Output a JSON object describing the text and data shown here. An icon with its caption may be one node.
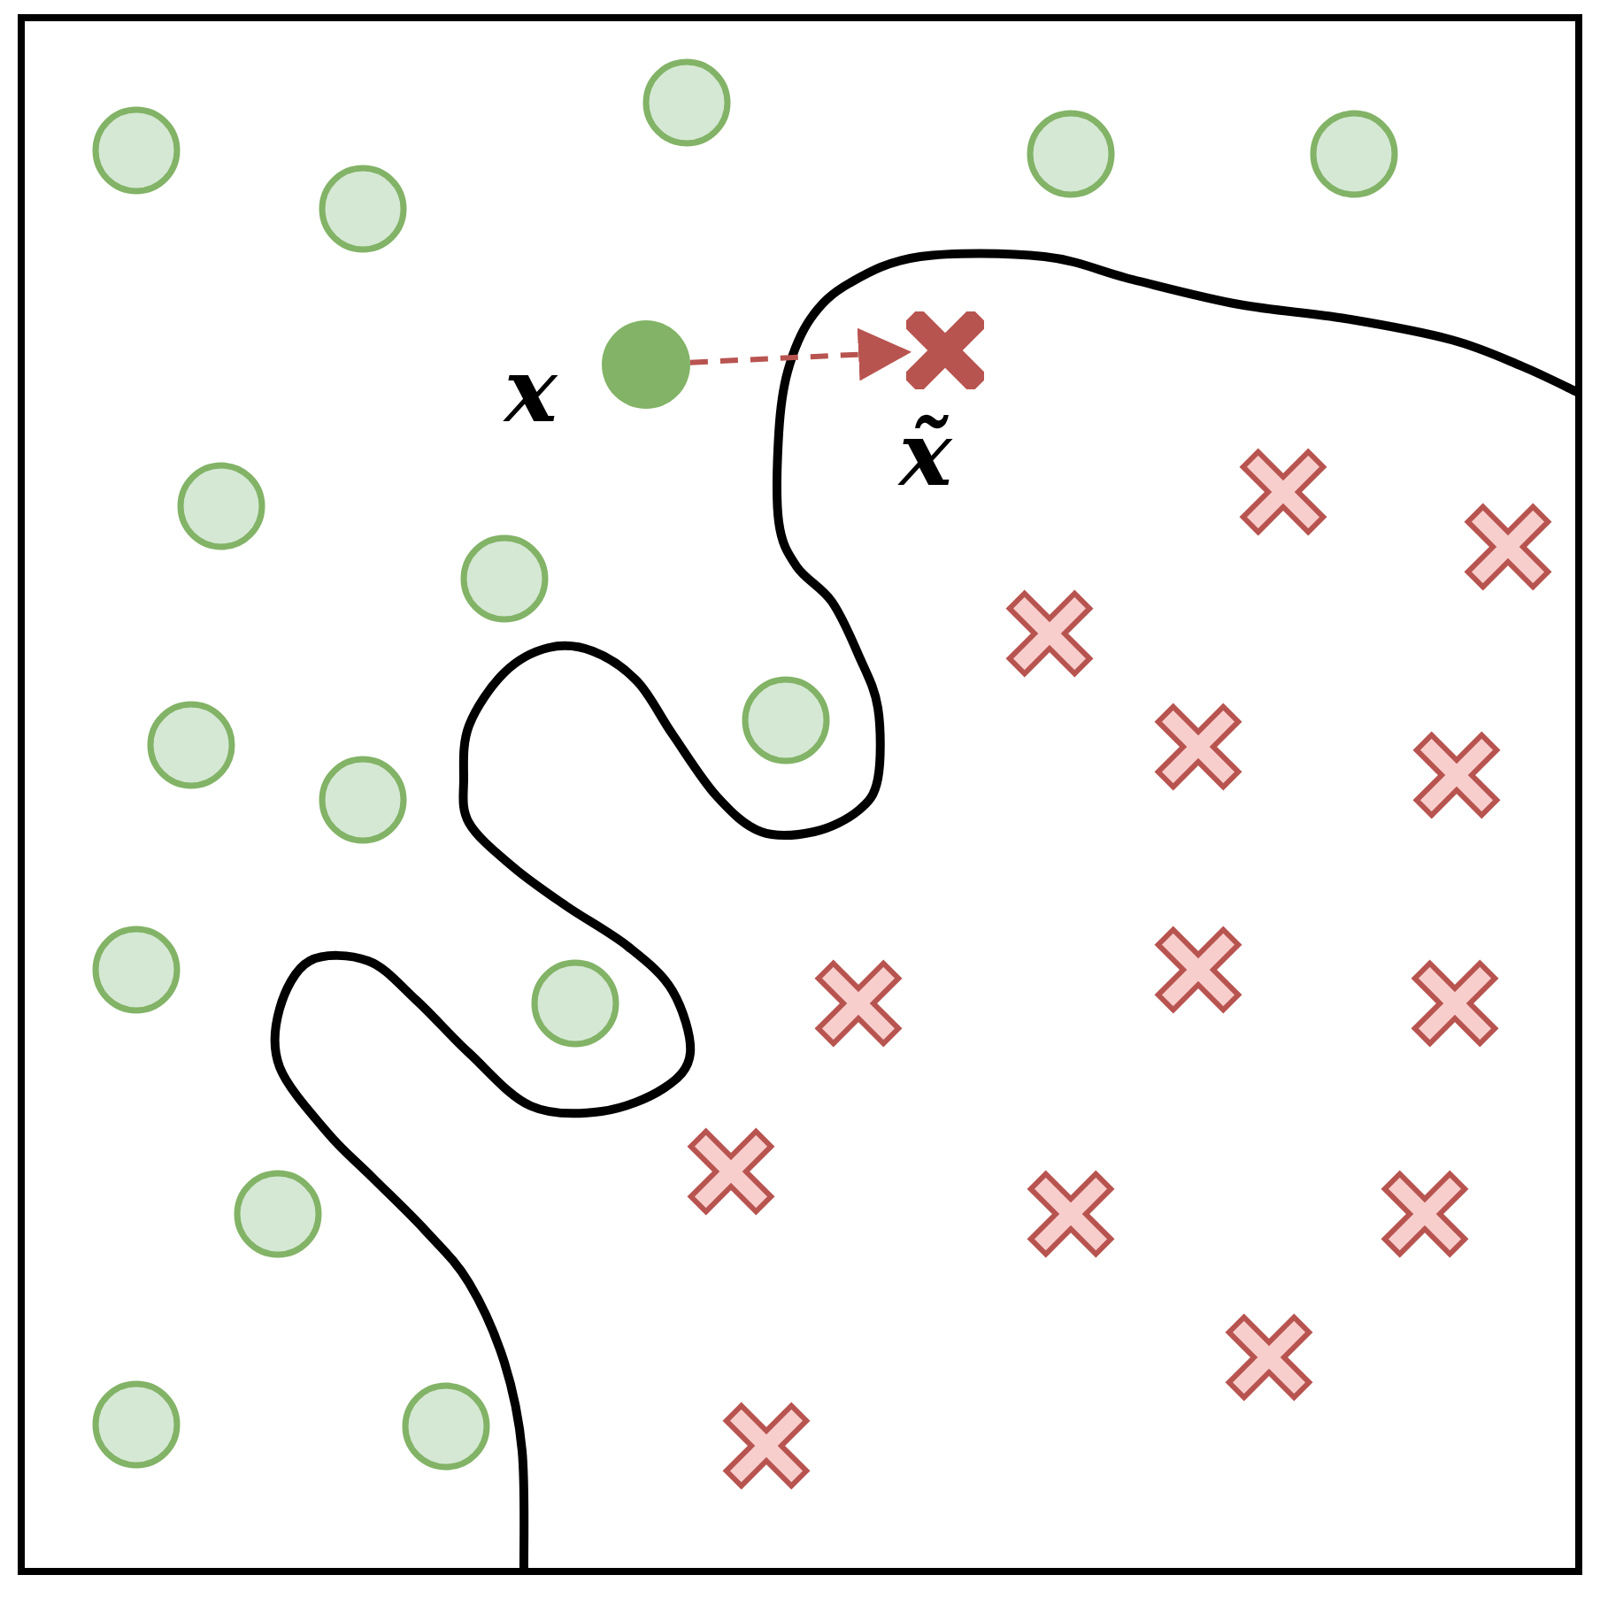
{
  "diagram": {
    "nodes": [
      {
        "text": [],
        "shape": "circle",
        "beside": [
          "x"
        ]
      },
      {
        "text": [],
        "shape": "cross",
        "beside": [
          "x̃"
        ]
      }
    ],
    "edges": [
      {
        "from": 0,
        "to": 1,
        "arrow": "to",
        "style": "dashed",
        "color": "#b85450"
      }
    ]
  }
}
